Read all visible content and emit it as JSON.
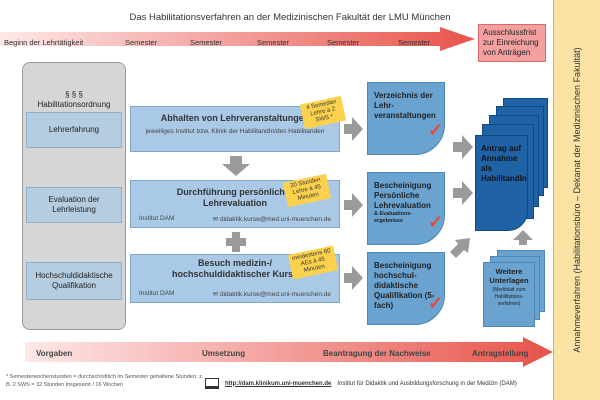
{
  "title": "Das Habilitationsverfahren an der Medizinischen Fakultät der LMU München",
  "timeline": {
    "start": "Beginn der Lehrtätigkeit",
    "semesters": [
      "Semester",
      "Semester",
      "Semester",
      "Semester",
      "Semester"
    ],
    "deadline": "Ausschlussfrist zur Einreichung von Anträgen"
  },
  "sidebar": "Annahmeverfahren (Habilitationsbüro – Dekanat der Medizinischen Fakultät)",
  "regulation": {
    "symbol": "§ § §",
    "title": "Habilitationsordnung",
    "items": [
      "Lehrerfahrung",
      "Evaluation der Lehrleistung",
      "Hochschuldidaktische Qualifikation"
    ]
  },
  "steps": [
    {
      "title": "Abhalten von Lehrveranstaltungen",
      "sub": "jeweiliges Institut bzw. Klinik der HabilitandIn/des Habilitanden",
      "note": "4 Semester Lehre à 2 SWS *"
    },
    {
      "title": "Durchführung persönlicher Lehrevaluation",
      "institute": "Institut DAM",
      "email": "didaktik.kurse@med.uni-muenchen.de",
      "note": "20 Stunden Lehre à 45 Minuten"
    },
    {
      "title": "Besuch medizin-/ hochschuldidaktischer Kurse",
      "institute": "Institut DAM",
      "email": "didaktik.kurse@med.uni-muenchen.de",
      "note": "mindestens 60 AEs à 45 Minuten"
    }
  ],
  "documents": [
    {
      "title": "Verzeichnis der Lehr-veranstaltungen"
    },
    {
      "title": "Bescheinigung Persönliche Lehrevaluation",
      "small": "& Evaluations-ergebnisse"
    },
    {
      "title": "Bescheinigung hochschul-didaktische Qualifikation (5-fach)"
    }
  ],
  "application": "Antrag auf Annahme als HabilitandIn",
  "further": {
    "title": "Weitere Unterlagen",
    "sub": "(Merkblatt zum Habilitations-verfahren)"
  },
  "phases": [
    "Vorgaben",
    "Umsetzung",
    "Beantragung der Nachweise",
    "Antragstellung"
  ],
  "footnote": "* Semesterwochenstunden = durchschnittlich im Semester gehaltene Stunden: z. B. 2 SWS = 32 Stunden insgesamt / 16 Wochen",
  "link": {
    "url": "http://dam.klinikum.uni-muenchen.de",
    "text": "Institut für Didaktik und Ausbildungsforschung in der Medizin (DAM)"
  },
  "colors": {
    "arrow": "#e8534a",
    "deadline": "#f4a0a0",
    "sidebar": "#fbe3a6",
    "doc": "#6aa3d0",
    "application": "#1f63a6",
    "note": "#fcd14e"
  }
}
